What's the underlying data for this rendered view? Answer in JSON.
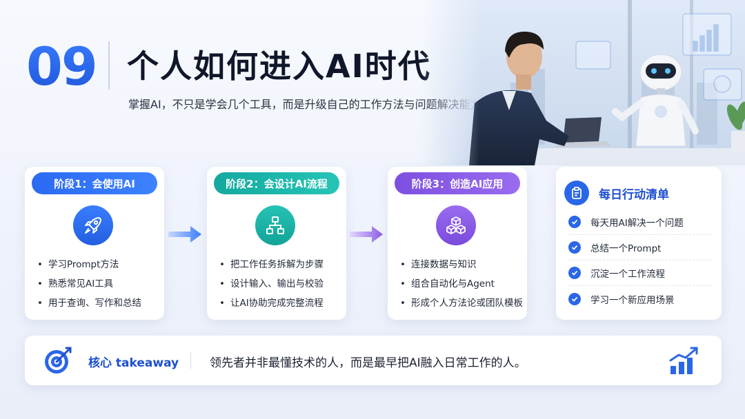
{
  "header": {
    "number": "09",
    "title": "个人如何进入AI时代",
    "subtitle": "掌握AI，不只是学会几个工具，而是升级自己的工作方法与问题解决能力。"
  },
  "stages": [
    {
      "label": "阶段1：会使用AI",
      "icon": "rocket-icon",
      "color": "#2f6bf0",
      "bullets": [
        "学习Prompt方法",
        "熟悉常见AI工具",
        "用于查询、写作和总结"
      ]
    },
    {
      "label": "阶段2：会设计AI流程",
      "icon": "flowchart-icon",
      "color": "#17b3a8",
      "bullets": [
        "把工作任务拆解为步骤",
        "设计输入、输出与校验",
        "让AI协助完成完整流程"
      ]
    },
    {
      "label": "阶段3：创造AI应用",
      "icon": "cubes-icon",
      "color": "#8a5ce6",
      "bullets": [
        "连接数据与知识",
        "组合自动化与Agent",
        "形成个人方法论或团队模板"
      ]
    }
  ],
  "checklist": {
    "title": "每日行动清单",
    "icon": "clipboard-icon",
    "items": [
      "每天用AI解决一个问题",
      "总结一个Prompt",
      "沉淀一个工作流程",
      "学习一个新应用场景"
    ]
  },
  "takeaway": {
    "label": "核心 takeaway",
    "text": "领先者并非最懂技术的人，而是最早把AI融入日常工作的人。",
    "left_icon": "target-icon",
    "right_icon": "growth-chart-icon"
  },
  "colors": {
    "accent": "#2763ea",
    "stage1": "#2f6bf0",
    "stage2": "#17b3a8",
    "stage3": "#8a5ce6"
  }
}
